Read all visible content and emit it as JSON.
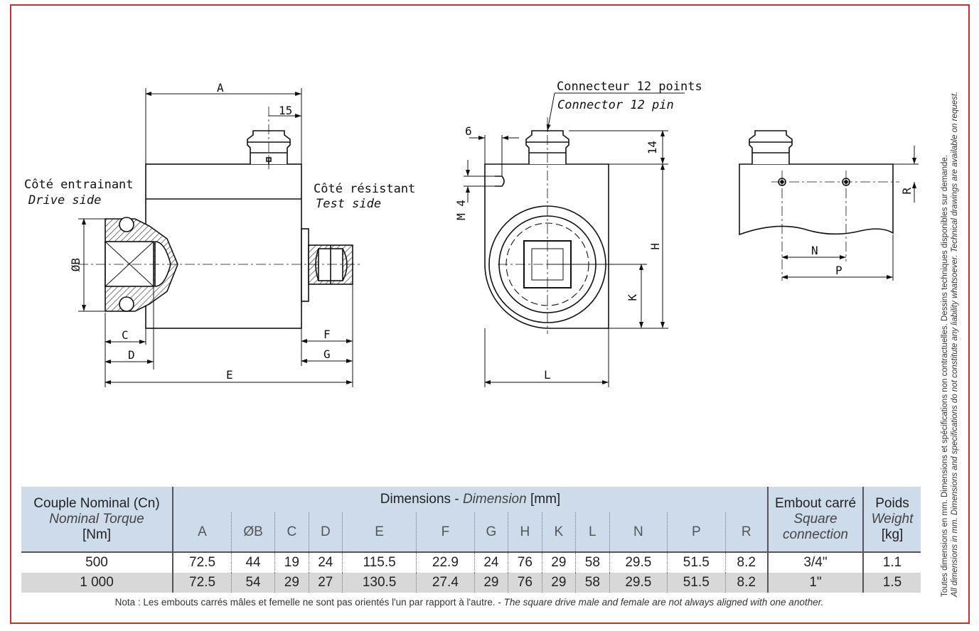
{
  "frame_color": "#c8322e",
  "header_color": "#cddbeb",
  "labels": {
    "drive_fr": "Côté entrainant",
    "drive_en": "Drive side",
    "test_fr": "Côté résistant",
    "test_en": "Test side",
    "connector_fr": "Connecteur 12 points",
    "connector_en": "Connector 12 pin"
  },
  "dims": {
    "A": "A",
    "d15": "15",
    "B": "ØB",
    "C": "C",
    "D": "D",
    "E": "E",
    "F": "F",
    "G": "G",
    "d6": "6",
    "M4": "M 4",
    "d14": "14",
    "H": "H",
    "K": "K",
    "L": "L",
    "N": "N",
    "P": "P",
    "R": "R"
  },
  "table": {
    "col1_title": "Couple Nominal (Cn)",
    "col1_sub": "Nominal Torque",
    "col1_unit": "[Nm]",
    "dim_title": "Dimensions - ",
    "dim_sub": "Dimension",
    "dim_unit": " [mm]",
    "dim_cols": [
      "A",
      "ØB",
      "C",
      "D",
      "E",
      "F",
      "G",
      "H",
      "K",
      "L",
      "N",
      "P",
      "R"
    ],
    "sq_title": "Embout carré",
    "sq_sub1": "Square",
    "sq_sub2": "connection",
    "w_title": "Poids",
    "w_sub": "Weight",
    "w_unit": "[kg]",
    "rows": [
      {
        "torque": "500",
        "vals": [
          "72.5",
          "44",
          "19",
          "24",
          "115.5",
          "22.9",
          "24",
          "76",
          "29",
          "58",
          "29.5",
          "51.5",
          "8.2"
        ],
        "square": "3/4\"",
        "weight": "1.1"
      },
      {
        "torque": "1 000",
        "vals": [
          "72.5",
          "54",
          "29",
          "27",
          "130.5",
          "27.4",
          "29",
          "76",
          "29",
          "58",
          "29.5",
          "51.5",
          "8.2"
        ],
        "square": "1\"",
        "weight": "1.5"
      }
    ]
  },
  "note_fr": "Nota : Les embouts carrés mâles et femelle ne sont pas orientés l'un par rapport à l'autre. - ",
  "note_en": "The square drive male and female are not always aligned with one another.",
  "side_fr": "Toutes dimensions en mm. Dimensions et spécifications non contractuelles. Dessins techniques disponibles sur demande.",
  "side_en": "All dimensions in mm. Dimensions and specifications do not constitute any liability whatsoever. Technical drawings are available on request."
}
